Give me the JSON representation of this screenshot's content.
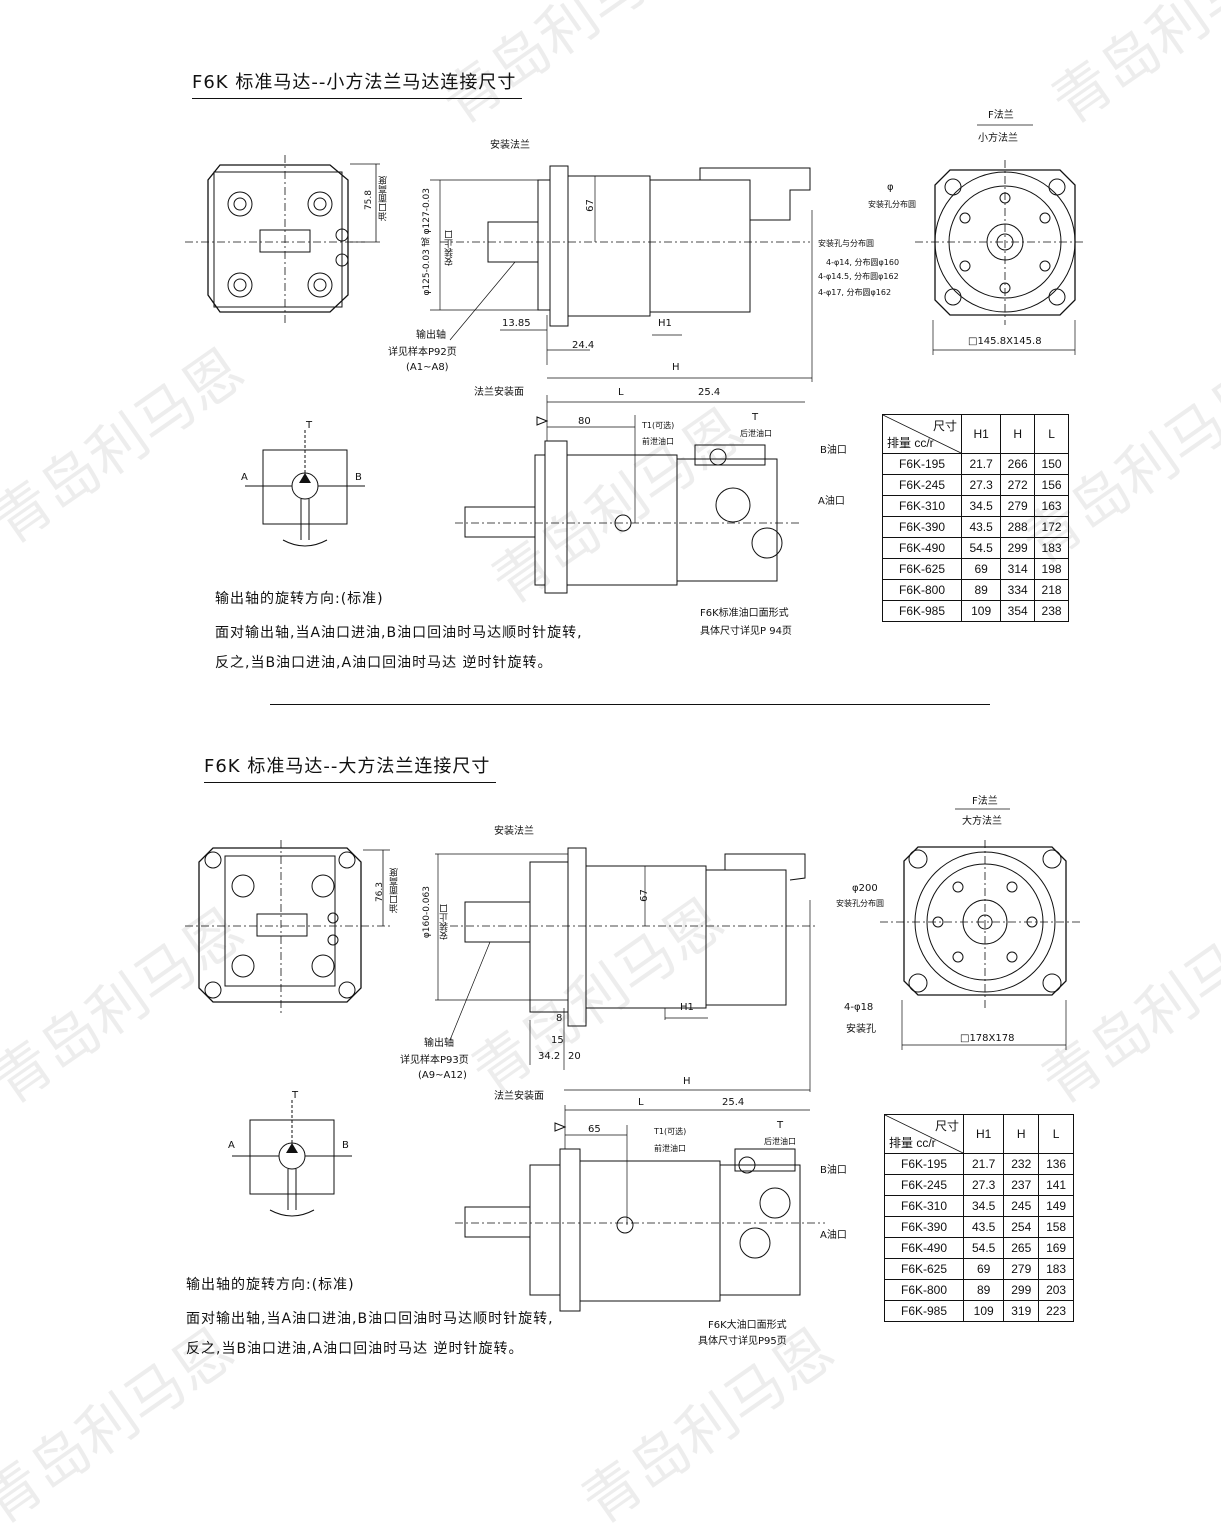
{
  "section1": {
    "title": "F6K 标准马达--小方法兰马达连接尺寸",
    "flange_title": "F法兰",
    "flange_subtitle": "小方法兰",
    "labels": {
      "mount_flange": "安装法兰",
      "output_shaft": "输出轴",
      "see_sample": "详见样本P92页",
      "shaft_range": "(A1~A8)",
      "flange_face": "法兰安装面",
      "oil_height": "油口面高度",
      "pilot": "安装止口",
      "pilot_dia": "φ125-0.03 或 φ127-0.03",
      "dim_758": "75.8",
      "dim_67": "67",
      "dim_1385": "13.85",
      "dim_244": "24.4",
      "dim_h1": "H1",
      "dim_h": "H",
      "dim_l": "L",
      "dim_254": "25.4",
      "dim_80": "80",
      "t1": "T1(可选)",
      "t1_drain": "前泄油口",
      "t": "T",
      "t_drain": "后泄油口",
      "b_port": "B油口",
      "a_port": "A油口",
      "port_form": "F6K标准油口面形式",
      "port_detail": "具体尺寸详见P 94页",
      "phi": "φ",
      "bolt_circle": "安装孔分布圆",
      "holes_title": "安装孔与分布圆",
      "hole1": "4-φ14, 分布圆φ160",
      "hole2": "4-φ14.5, 分布圆φ162",
      "hole3": "4-φ17, 分布圆φ162",
      "square": "□145.8X145.8",
      "sym_a": "A",
      "sym_b": "B",
      "sym_t": "T"
    },
    "rotation": {
      "heading": "输出轴的旋转方向:(标准)",
      "line1": "面对输出轴,当A油口进油,B油口回油时马达顺时针旋转,",
      "line2": "反之,当B油口进油,A油口回油时马达 逆时针旋转。"
    },
    "table": {
      "hdr_size": "尺寸",
      "hdr_disp": "排量 cc/r",
      "cols": [
        "H1",
        "H",
        "L"
      ],
      "rows": [
        [
          "F6K-195",
          "21.7",
          "266",
          "150"
        ],
        [
          "F6K-245",
          "27.3",
          "272",
          "156"
        ],
        [
          "F6K-310",
          "34.5",
          "279",
          "163"
        ],
        [
          "F6K-390",
          "43.5",
          "288",
          "172"
        ],
        [
          "F6K-490",
          "54.5",
          "299",
          "183"
        ],
        [
          "F6K-625",
          "69",
          "314",
          "198"
        ],
        [
          "F6K-800",
          "89",
          "334",
          "218"
        ],
        [
          "F6K-985",
          "109",
          "354",
          "238"
        ]
      ]
    }
  },
  "section2": {
    "title": "F6K 标准马达--大方法兰连接尺寸",
    "flange_title": "F法兰",
    "flange_subtitle": "大方法兰",
    "labels": {
      "mount_flange": "安装法兰",
      "output_shaft": "输出轴",
      "see_sample": "详见样本P93页",
      "shaft_range": "(A9~A12)",
      "flange_face": "法兰安装面",
      "oil_height": "油口面高度",
      "pilot": "安装止口",
      "pilot_dia": "φ160-0.063",
      "dim_763": "76.3",
      "dim_67": "67",
      "dim_8": "8",
      "dim_15": "15",
      "dim_342": "34.2",
      "dim_20": "20",
      "dim_h1": "H1",
      "dim_h": "H",
      "dim_l": "L",
      "dim_254": "25.4",
      "dim_65": "65",
      "t1": "T1(可选)",
      "t1_drain": "前泄油口",
      "t": "T",
      "t_drain": "后泄油口",
      "b_port": "B油口",
      "a_port": "A油口",
      "port_form": "F6K大油口面形式",
      "port_detail": "具体尺寸详见P95页",
      "phi200": "φ200",
      "bolt_circle": "安装孔分布圆",
      "holes": "4-φ18",
      "holes_label": "安装孔",
      "square": "□178X178",
      "sym_a": "A",
      "sym_b": "B",
      "sym_t": "T"
    },
    "rotation": {
      "heading": "输出轴的旋转方向:(标准)",
      "line1": "面对输出轴,当A油口进油,B油口回油时马达顺时针旋转,",
      "line2": "反之,当B油口进油,A油口回油时马达 逆时针旋转。"
    },
    "table": {
      "hdr_size": "尺寸",
      "hdr_disp": "排量 cc/r",
      "cols": [
        "H1",
        "H",
        "L"
      ],
      "rows": [
        [
          "F6K-195",
          "21.7",
          "232",
          "136"
        ],
        [
          "F6K-245",
          "27.3",
          "237",
          "141"
        ],
        [
          "F6K-310",
          "34.5",
          "245",
          "149"
        ],
        [
          "F6K-390",
          "43.5",
          "254",
          "158"
        ],
        [
          "F6K-490",
          "54.5",
          "265",
          "169"
        ],
        [
          "F6K-625",
          "69",
          "279",
          "183"
        ],
        [
          "F6K-800",
          "89",
          "299",
          "203"
        ],
        [
          "F6K-985",
          "109",
          "319",
          "223"
        ]
      ]
    }
  },
  "watermark": "青岛利马恩"
}
